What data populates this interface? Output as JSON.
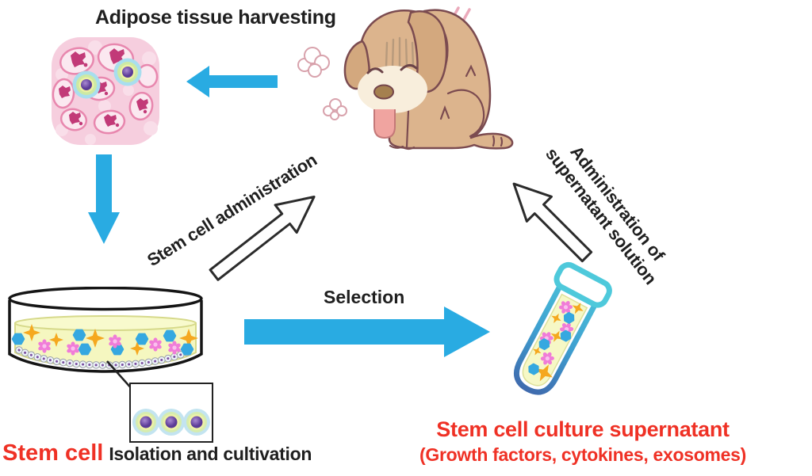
{
  "diagram": {
    "title_top": "Adipose tissue harvesting",
    "labels": {
      "stem_cell_administration": "Stem cell administration",
      "supernatant_administration": [
        "Administration of",
        "supernatant solution"
      ],
      "selection": "Selection"
    },
    "captions": {
      "stem_cell": "Stem cell",
      "isolation_cultivation": "Isolation and cultivation",
      "supernatant_title": "Stem cell culture supernatant",
      "supernatant_subtitle": "(Growth factors, cytokines, exosomes)"
    },
    "icons": {
      "dog": "sick-dog-illustration",
      "adipose": "adipose-tissue-illustration",
      "dish": "petri-dish-illustration",
      "tube": "test-tube-illustration",
      "inset": "magnified-stem-cells-inset",
      "arrows": [
        "harvest-arrow",
        "down-arrow",
        "selection-arrow",
        "stem-cell-administration-arrow",
        "supernatant-administration-arrow"
      ]
    },
    "colors": {
      "arrow_blue": "#29ABE2",
      "red_text": "#EF3125",
      "black_text": "#1F1F1F",
      "dish_liquid": "#F5F7C0",
      "tube_outline_top": "#4EC9DB",
      "tube_outline_bottom": "#3F68AC",
      "dog_fur": "#DCB48D",
      "tissue_pink": "#F6CEDE"
    }
  }
}
